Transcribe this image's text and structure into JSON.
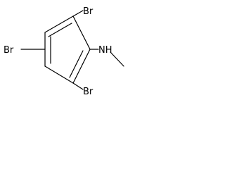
{
  "molecule": {
    "atoms": {
      "br_top": "Br",
      "br_left": "Br",
      "br_bottom": "Br",
      "amine": "NH"
    }
  },
  "colors": {
    "bond": "#000000",
    "label": "#000000",
    "background": "#ffffff"
  }
}
